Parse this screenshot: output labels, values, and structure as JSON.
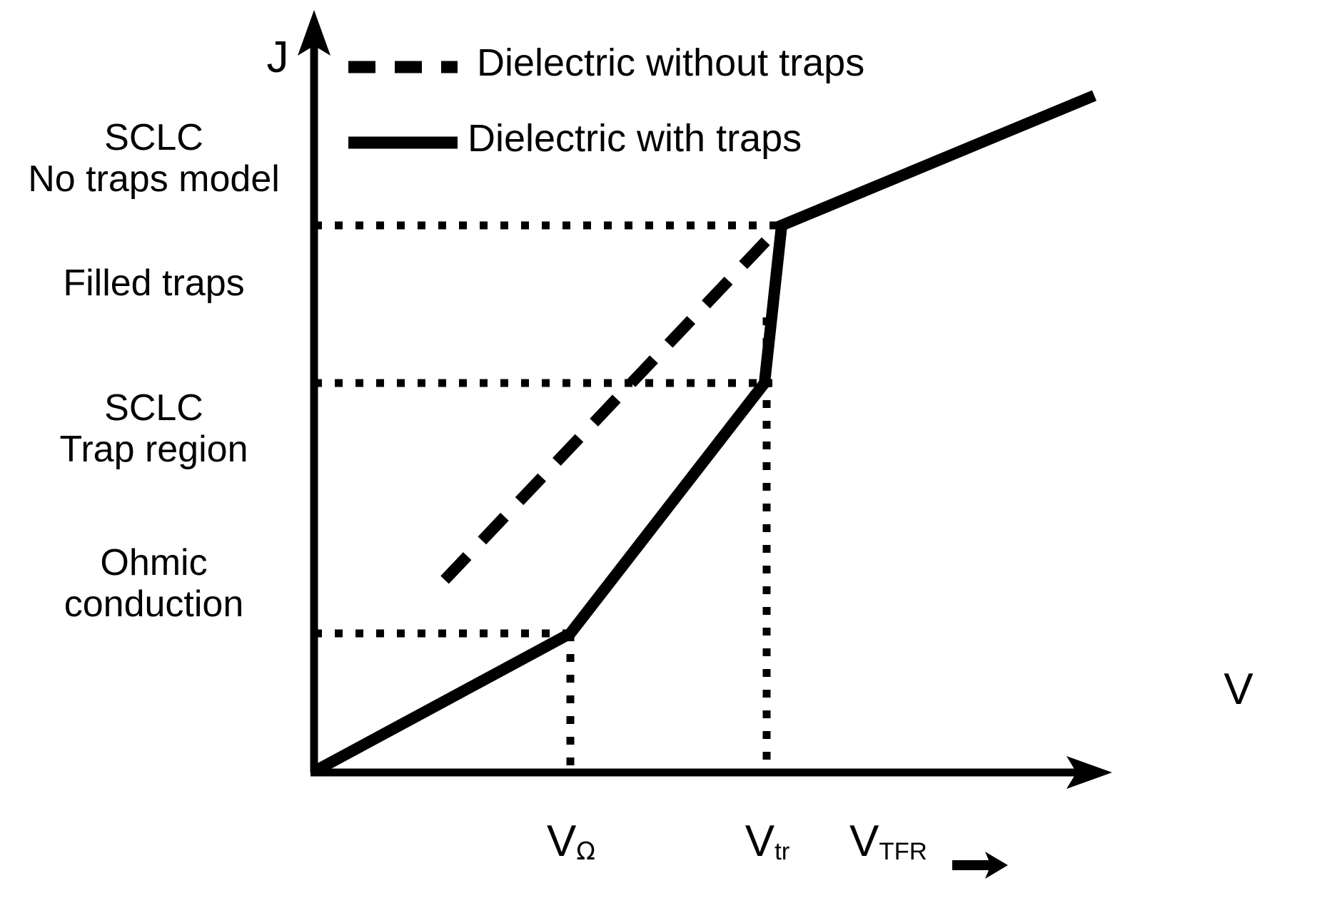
{
  "figure": {
    "type": "schematic-line-chart",
    "background": "#ffffff",
    "ink_color": "#000000"
  },
  "axes": {
    "y_label": "J",
    "x_label": "V",
    "y_axis_name": "current-density-axis",
    "x_axis_name": "voltage-axis"
  },
  "legend": {
    "entries": [
      {
        "label": "Dielectric without traps",
        "style": "dashed"
      },
      {
        "label": "Dielectric with traps",
        "style": "solid"
      }
    ]
  },
  "region_labels": [
    {
      "lines": [
        "SCLC",
        "No traps model"
      ]
    },
    {
      "lines": [
        "Filled traps"
      ]
    },
    {
      "lines": [
        "SCLC",
        "Trap region"
      ]
    },
    {
      "lines": [
        "Ohmic",
        "conduction"
      ]
    }
  ],
  "x_ticks": [
    {
      "base": "V",
      "sub": "Ω"
    },
    {
      "base": "V",
      "sub": "tr"
    },
    {
      "base": "V",
      "sub": "TFR",
      "arrow": "⟶"
    }
  ],
  "chart_data": {
    "type": "line",
    "title": "",
    "xlabel": "V",
    "ylabel": "J",
    "grid": false,
    "legend_position": "top-center",
    "axis_style": "arrow-axes-qualitative",
    "xlim": [
      0,
      1
    ],
    "ylim": [
      0,
      1
    ],
    "x_tick_values": [
      0.32,
      0.57
    ],
    "x_tick_labels": [
      "V_Ω",
      "V_tr"
    ],
    "y_reference_levels": [
      0.726,
      0.515,
      0.182
    ],
    "series": [
      {
        "name": "Dielectric with traps",
        "style": "solid",
        "points": [
          {
            "x": 0.0,
            "y": 0.0
          },
          {
            "x": 0.319,
            "y": 0.182
          },
          {
            "x": 0.566,
            "y": 0.515
          },
          {
            "x": 0.584,
            "y": 0.726
          },
          {
            "x": 0.974,
            "y": 0.897
          }
        ],
        "segment_labels": [
          "Ohmic conduction",
          "SCLC Trap region",
          "Filled traps",
          "SCLC No traps model"
        ]
      },
      {
        "name": "Dielectric without traps",
        "style": "dashed",
        "points": [
          {
            "x": 0.161,
            "y": 0.142
          },
          {
            "x": 0.584,
            "y": 0.726
          }
        ]
      }
    ],
    "annotations": [
      {
        "text": "V_TFR",
        "kind": "x-axis-region-marker",
        "with_arrow": true
      }
    ]
  }
}
